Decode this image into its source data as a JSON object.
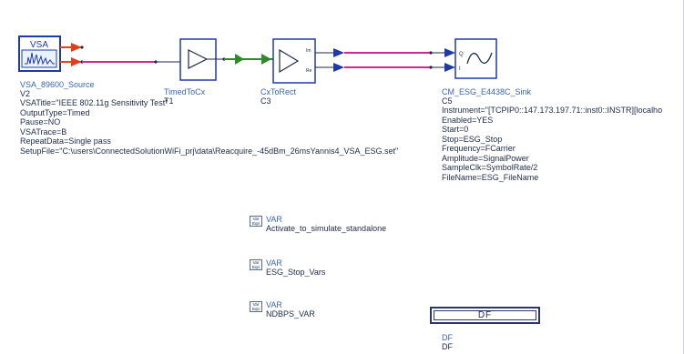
{
  "source": {
    "icon_text": "VSA",
    "name": "VSA_89600_Source",
    "id": "V2",
    "params": [
      "VSATitle=\"IEEE 802.11g Sensitivity Test\"",
      "OutputType=Timed",
      "Pause=NO",
      "VSATrace=B",
      "RepeatData=Single pass",
      "SetupFile=\"C:\\users\\ConnectedSolutionWiFi_prj\\data\\Reacquire_-45dBm_26msYannis4_VSA_ESG.set\""
    ]
  },
  "timed_to_cx": {
    "name": "TimedToCx",
    "id": "T1"
  },
  "cx_to_rect": {
    "name": "CxToRect",
    "id": "C3",
    "port_in": "Im",
    "port_re": "Re"
  },
  "sink": {
    "name": "CM_ESG_E4438C_Sink",
    "id": "C5",
    "port_q": "Q",
    "port_i": "I",
    "params": [
      "Instrument=\"[TCPIP0::147.173.197.71::inst0::INSTR][localho",
      "Enabled=YES",
      "Start=0",
      "Stop=ESG_Stop",
      "Frequency=FCarrier",
      "Amplitude=SignalPower",
      "SampleClk=SymbolRate/2",
      "FileName=ESG_FileName"
    ]
  },
  "vars": [
    {
      "icon": "Var Eqn",
      "type": "VAR",
      "name": "Activate_to_simulate_standalone"
    },
    {
      "icon": "Var Eqn",
      "type": "VAR",
      "name": "ESG_Stop_Vars"
    },
    {
      "icon": "Var Eqn",
      "type": "VAR",
      "name": "NDBPS_VAR"
    }
  ],
  "df": {
    "box_label": "DF",
    "name1": "DF",
    "name2": "DF"
  },
  "colors": {
    "wire_magenta": "#d0288c",
    "wire_green": "#2e8a2a",
    "port_red": "#e0401a",
    "component_blue": "#3a64b0",
    "body_blue": "#1f3aa8"
  }
}
